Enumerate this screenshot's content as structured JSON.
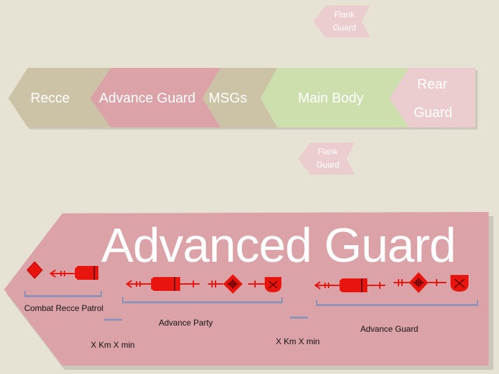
{
  "top_row": {
    "recce": "Recce",
    "advance_guard": "Advance Guard",
    "msgs": "MSGs",
    "main_body": "Main Body",
    "rear_guard_line1": "Rear",
    "rear_guard_line2": "Guard"
  },
  "flank_top": {
    "line1": "Flank",
    "line2": "Guard"
  },
  "flank_bottom": {
    "line1": "Flank",
    "line2": "Guard"
  },
  "bottom": {
    "title": "Advanced Guard",
    "combat_recce_patrol": "Combat Recce Patrol",
    "advance_party": "Advance Party",
    "advance_guard": "Advance Guard",
    "gap1": "X Km X min",
    "gap2": "X Km X min"
  },
  "colors": {
    "background": "#e7e3d4",
    "khaki": "#ccc3a6",
    "pink": "#dba3a7",
    "green": "#cedfae",
    "light_pink": "#eccdcf",
    "symbol_red": "#e8150e",
    "bar": "#8f93b8"
  },
  "icons": [
    "diamond-unit-icon",
    "lance-icon",
    "tank-icon",
    "infantry-unit-icon",
    "recce-unit-icon"
  ]
}
